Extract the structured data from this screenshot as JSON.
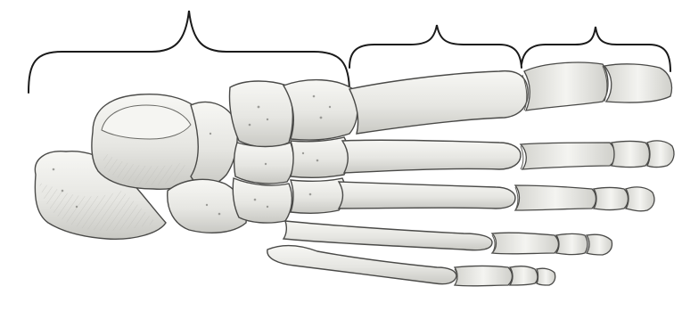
{
  "figure": {
    "subject": "foot-skeleton-dorsal-view",
    "colors": {
      "background": "#ffffff",
      "bone_fill": "#eeeeeb",
      "bone_shade": "#c9c9c4",
      "outline": "#4a4a48",
      "bracket": "#1a1a1a"
    },
    "brackets": [
      {
        "name": "tarsals-bracket"
      },
      {
        "name": "metatarsals-bracket"
      },
      {
        "name": "phalanges-bracket"
      }
    ],
    "toes": 5
  }
}
